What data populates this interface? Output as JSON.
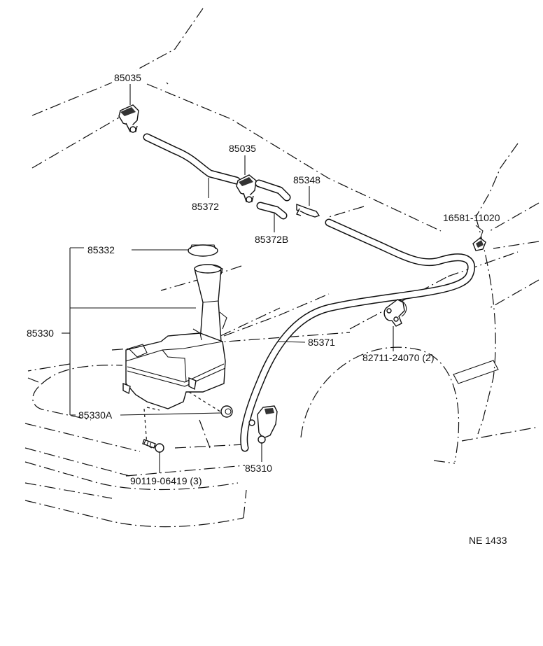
{
  "diagram_code": "NE 1433",
  "parts": {
    "nozzle_left": "85035",
    "nozzle_right": "85035",
    "hose_left": "85372",
    "hose_b": "85372B",
    "joint": "85348",
    "clamp_upper": "16581-11020",
    "cap": "85332",
    "tank_assy": "85330",
    "tank_inlet": "85330A",
    "hose_long": "85371",
    "clamp_fender": "82711-24070 (2)",
    "pump": "85310",
    "bolt": "90119-06419 (3)"
  }
}
